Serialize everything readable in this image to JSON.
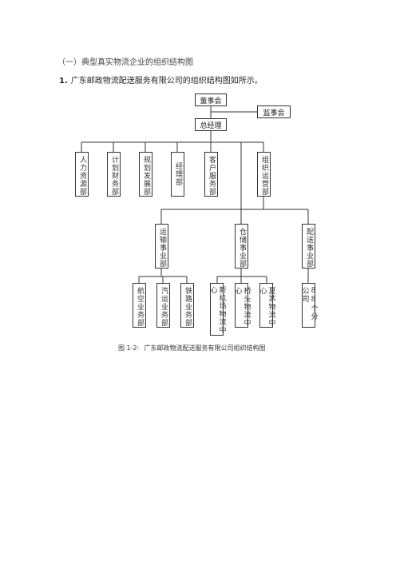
{
  "section_heading": "（一）典型真实物流企业的组织结构图",
  "intro": {
    "number": "1.",
    "text": "广东邮政物流配送服务有限公司的组织结构图如所示。"
  },
  "chart": {
    "board": "董事会",
    "supervisors": "监事会",
    "gm": "总经理",
    "departments": [
      "人力资源部",
      "计划财务部",
      "规划发展部",
      "经理部",
      "客户服务部",
      "组织运营部"
    ],
    "divisions": [
      "运输事业部",
      "仓储事业部",
      "配送事业部"
    ],
    "transport_units": [
      "航空业务部",
      "汽运业务部",
      "铁路业务部"
    ],
    "storage_units": [
      "新机场物流中心",
      "桥头物流中心",
      "夏茅物流中心"
    ],
    "delivery_units": [
      "88个分公司"
    ]
  },
  "caption": {
    "label": "图 1-2-",
    "text": "广东邮政物流配送服务有限公司组织结构图"
  }
}
